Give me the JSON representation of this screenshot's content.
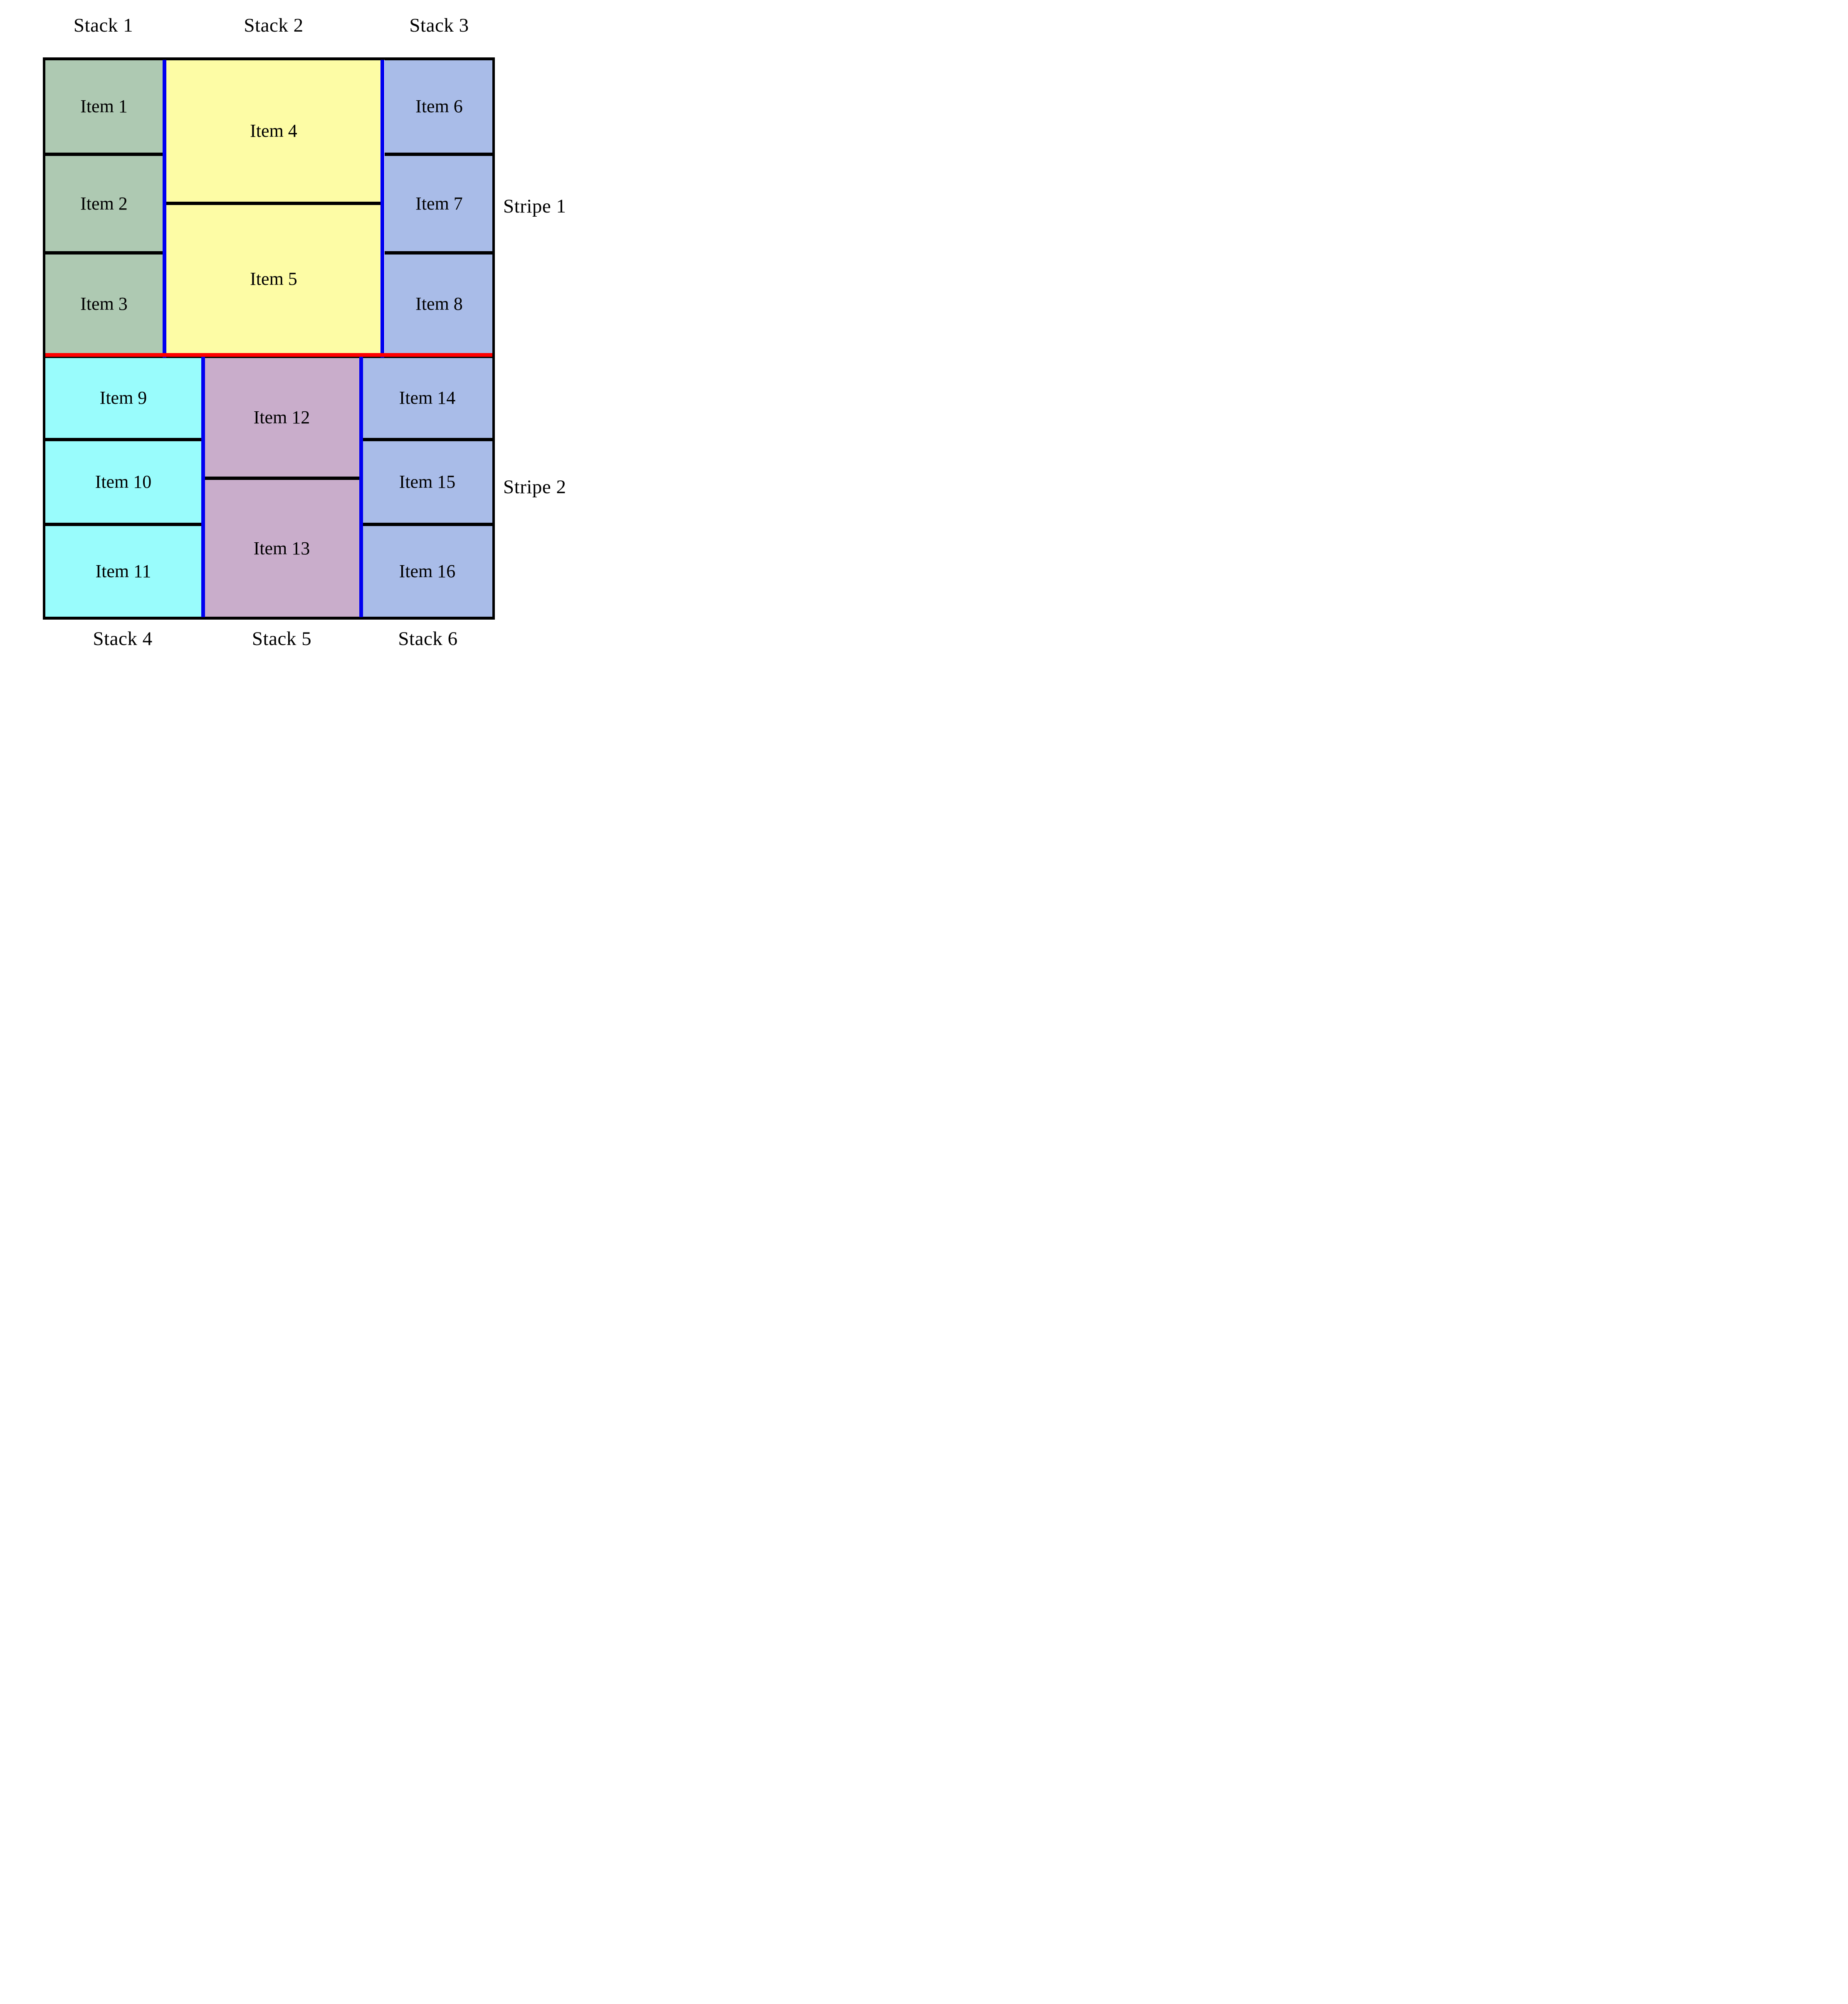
{
  "diagram": {
    "title_present": false,
    "colors": {
      "stack1_fill": "#aec9b2",
      "stack2_fill": "#fdfca5",
      "stack3_fill": "#a9bce8",
      "stack4_fill": "#99fcfc",
      "stack5_fill": "#c9adcb",
      "stack6_fill": "#a9bce8",
      "stack_divider": "#0000f0",
      "stripe_divider": "#ff0000",
      "cell_border": "#000000",
      "background": "#ffffff"
    },
    "column_labels_top": [
      {
        "label": "Stack 1",
        "stack": 1
      },
      {
        "label": "Stack 2",
        "stack": 2
      },
      {
        "label": "Stack 3",
        "stack": 3
      }
    ],
    "column_labels_bottom": [
      {
        "label": "Stack 4",
        "stack": 4
      },
      {
        "label": "Stack 5",
        "stack": 5
      },
      {
        "label": "Stack 6",
        "stack": 6
      }
    ],
    "row_labels_right": [
      {
        "label": "Stripe 1",
        "stripe": 1
      },
      {
        "label": "Stripe 2",
        "stripe": 2
      }
    ],
    "stripes": [
      {
        "name": "Stripe 1",
        "stacks": [
          {
            "name": "Stack 1",
            "items": [
              "Item 1",
              "Item 2",
              "Item 3"
            ]
          },
          {
            "name": "Stack 2",
            "items": [
              "Item 4",
              "Item 5"
            ]
          },
          {
            "name": "Stack 3",
            "items": [
              "Item 6",
              "Item 7",
              "Item 8"
            ]
          }
        ]
      },
      {
        "name": "Stripe 2",
        "stacks": [
          {
            "name": "Stack 4",
            "items": [
              "Item 9",
              "Item 10",
              "Item 11"
            ]
          },
          {
            "name": "Stack 5",
            "items": [
              "Item 12",
              "Item 13"
            ]
          },
          {
            "name": "Stack 6",
            "items": [
              "Item 14",
              "Item 15",
              "Item 16"
            ]
          }
        ]
      }
    ],
    "cells": [
      {
        "label": "Item 1",
        "stack": 1,
        "stripe": 1
      },
      {
        "label": "Item 2",
        "stack": 1,
        "stripe": 1
      },
      {
        "label": "Item 3",
        "stack": 1,
        "stripe": 1
      },
      {
        "label": "Item 4",
        "stack": 2,
        "stripe": 1
      },
      {
        "label": "Item 5",
        "stack": 2,
        "stripe": 1
      },
      {
        "label": "Item 6",
        "stack": 3,
        "stripe": 1
      },
      {
        "label": "Item 7",
        "stack": 3,
        "stripe": 1
      },
      {
        "label": "Item 8",
        "stack": 3,
        "stripe": 1
      },
      {
        "label": "Item 9",
        "stack": 4,
        "stripe": 2
      },
      {
        "label": "Item 10",
        "stack": 4,
        "stripe": 2
      },
      {
        "label": "Item 11",
        "stack": 4,
        "stripe": 2
      },
      {
        "label": "Item 12",
        "stack": 5,
        "stripe": 2
      },
      {
        "label": "Item 13",
        "stack": 5,
        "stripe": 2
      },
      {
        "label": "Item 14",
        "stack": 6,
        "stripe": 2
      },
      {
        "label": "Item 15",
        "stack": 6,
        "stripe": 2
      },
      {
        "label": "Item 16",
        "stack": 6,
        "stripe": 2
      }
    ]
  }
}
